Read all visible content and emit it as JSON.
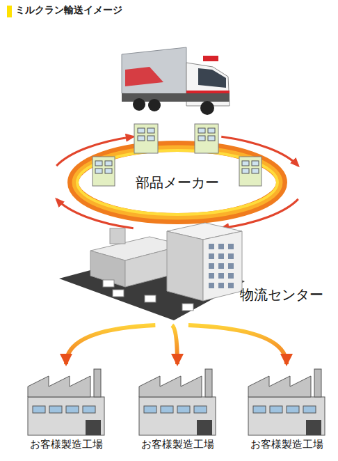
{
  "diagram": {
    "title": "ミルクラン輸送イメージ",
    "nodes": [
      {
        "text": [
          "部品メーカー"
        ]
      },
      {
        "text": [
          "物流センター"
        ]
      },
      {
        "text": [
          "お客様製造工場"
        ]
      },
      {
        "text": [
          "お客様製造工場"
        ]
      },
      {
        "text": [
          "お客様製造工場"
        ]
      }
    ],
    "edges": [
      {
        "from": 1,
        "to": 2,
        "arrow": "to"
      },
      {
        "from": 1,
        "to": 3,
        "arrow": "to"
      },
      {
        "from": 1,
        "to": 4,
        "arrow": "to"
      }
    ]
  }
}
